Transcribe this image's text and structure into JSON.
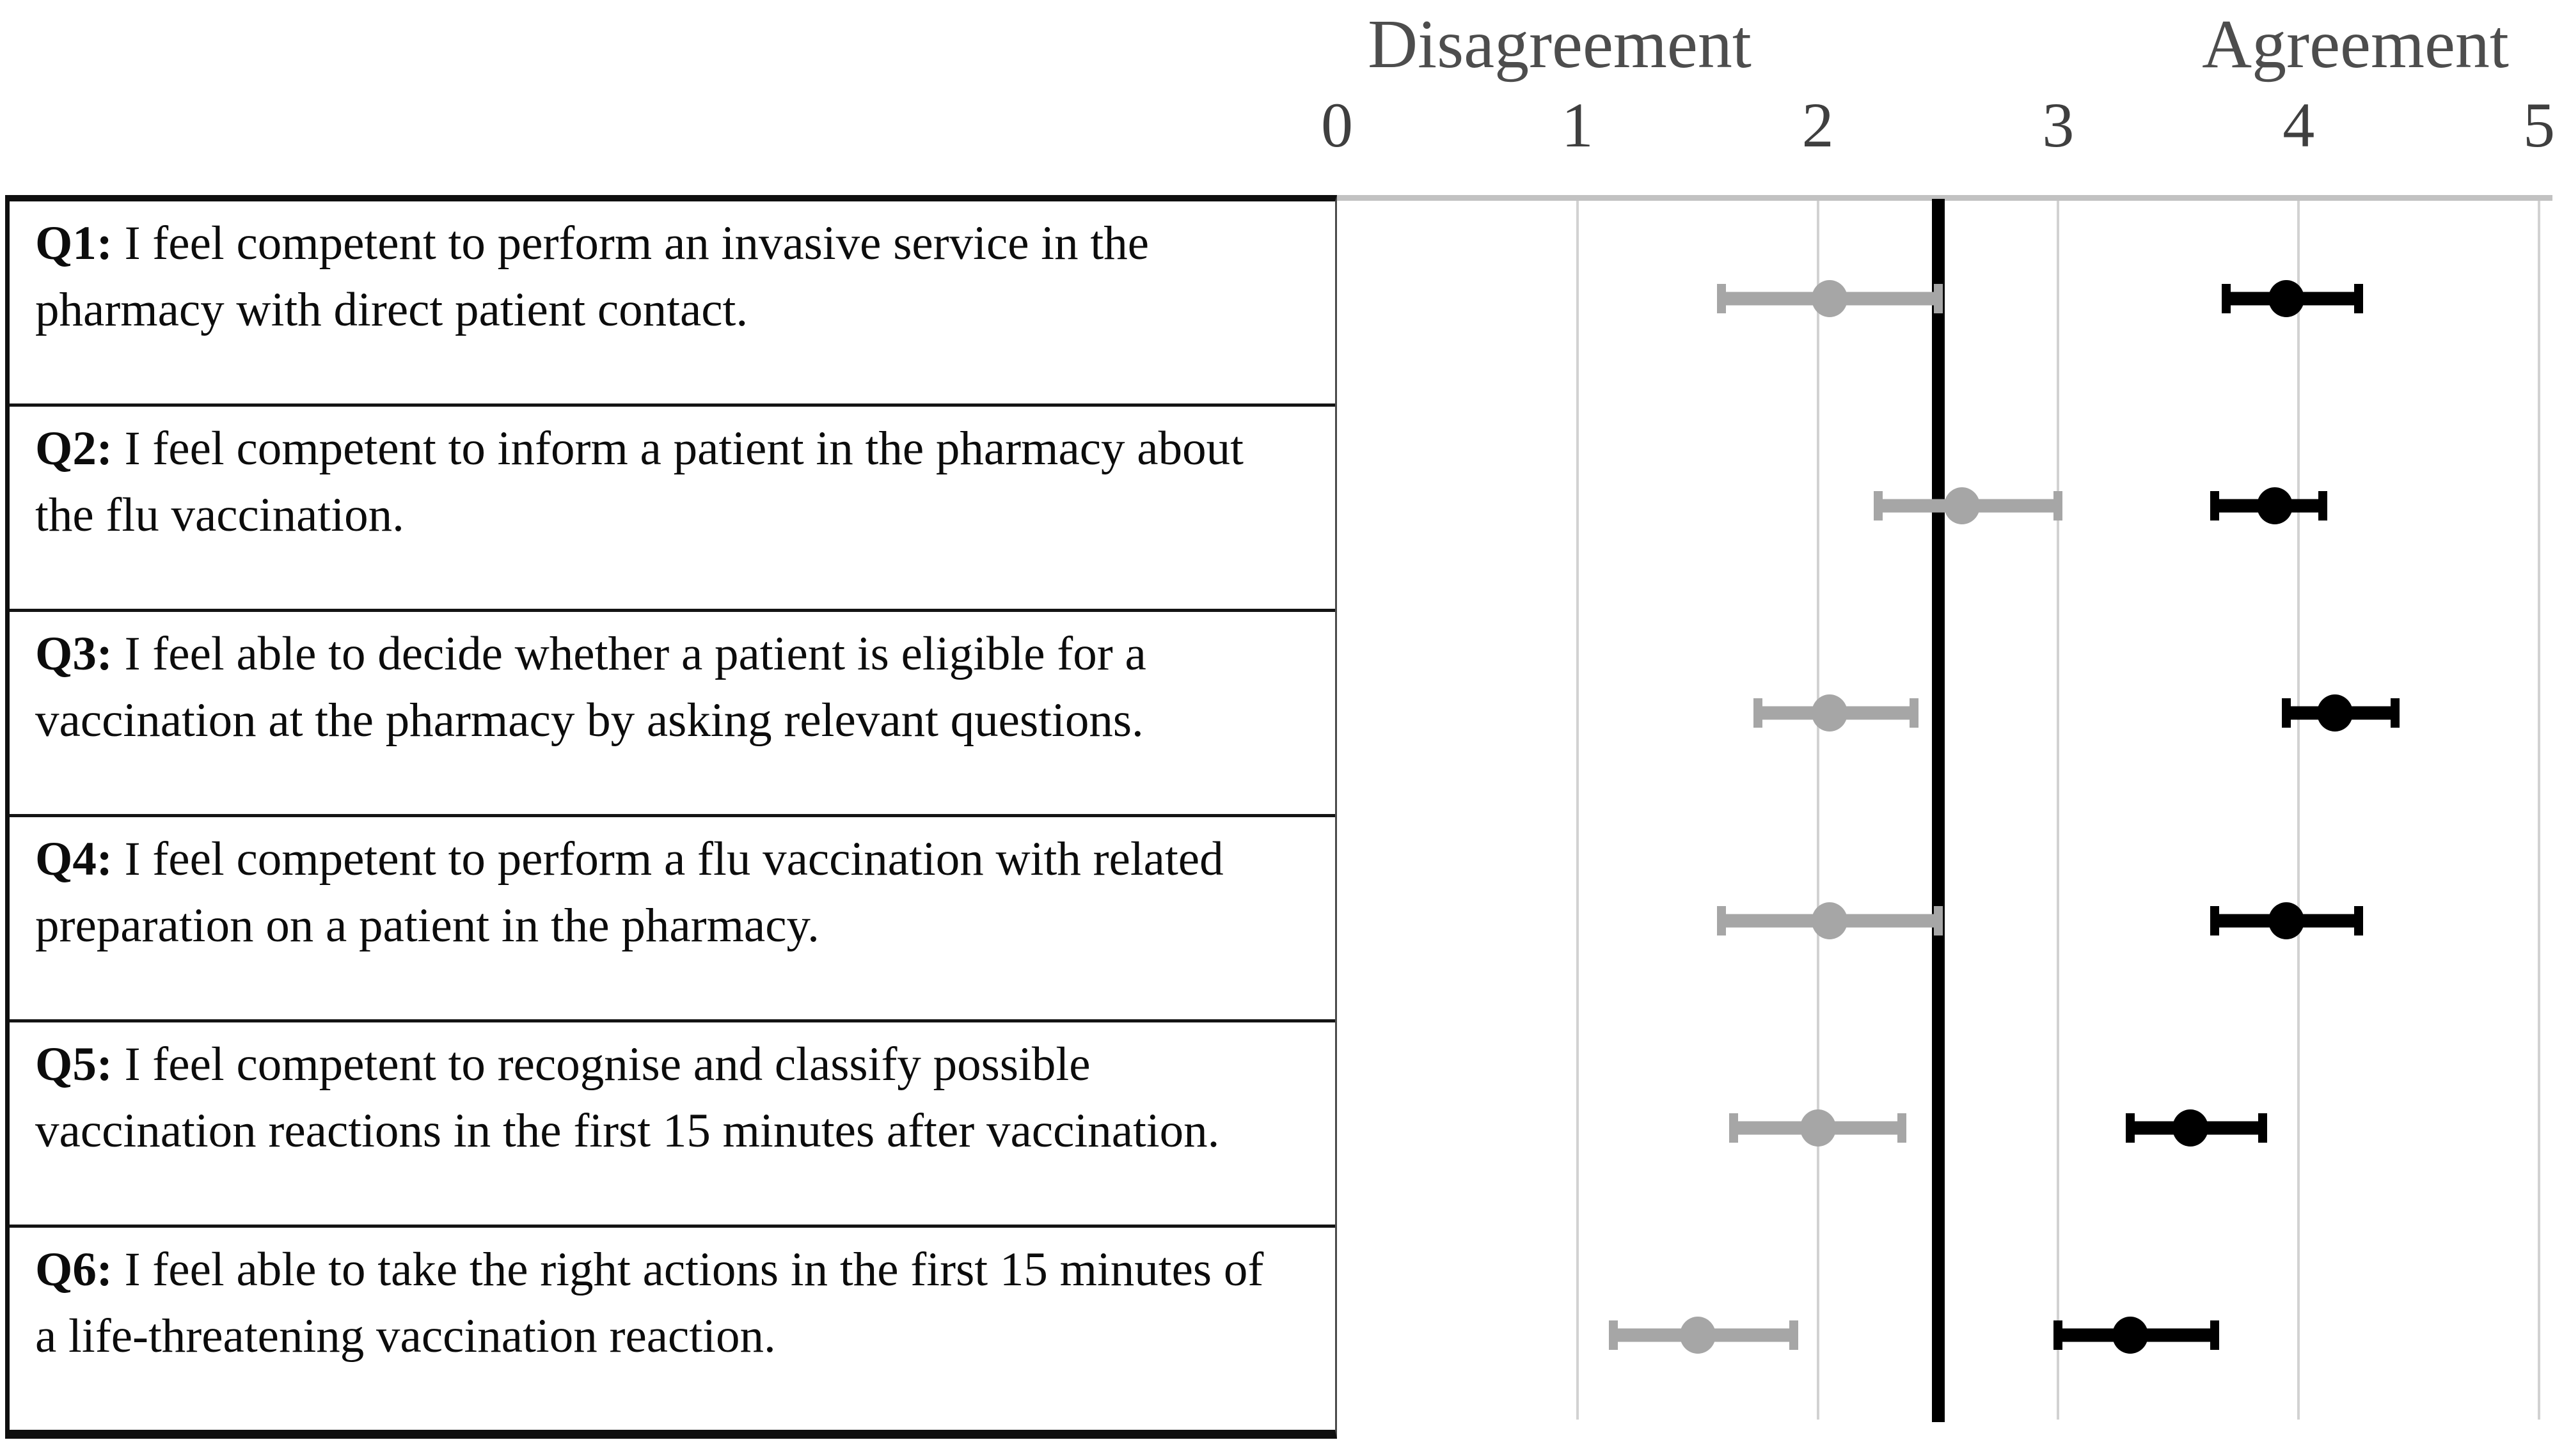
{
  "header": {
    "left_label": "Disagreement",
    "right_label": "Agreement"
  },
  "axis": {
    "min": 0,
    "max": 5,
    "ticks": [
      0,
      1,
      2,
      3,
      4,
      5
    ],
    "reference_line": 2.5
  },
  "rows": [
    {
      "prefix": "Q1:",
      "text": "I feel competent to perform an invasive service in the pharmacy with direct patient contact."
    },
    {
      "prefix": "Q2:",
      "text": "I feel competent to inform a patient in the pharmacy about the flu vaccination."
    },
    {
      "prefix": "Q3:",
      "text": "I feel able to decide whether a patient is eligible for a vaccination at the pharmacy by asking relevant questions."
    },
    {
      "prefix": "Q4:",
      "text": "I feel competent to perform a flu vaccination with related preparation on a patient in the pharmacy."
    },
    {
      "prefix": "Q5:",
      "text": "I feel competent to recognise and classify possible vaccination reactions in the first 15 minutes after vaccination."
    },
    {
      "prefix": "Q6:",
      "text": "I feel able to take the right actions in the first 15 minutes of a life-threatening vaccination reaction."
    }
  ],
  "colors": {
    "disagreement_series": "#a6a6a6",
    "agreement_series": "#000000",
    "gridline": "#d2d2d2",
    "reference_line": "#000000",
    "header_text": "#4d4d4d",
    "tick_text": "#3f3f3f",
    "question_text": "#0c0c0c"
  },
  "chart_data": {
    "type": "scatter",
    "subtype": "horizontal-mean-ci-forest",
    "title": "",
    "xlabel_left": "Disagreement",
    "xlabel_right": "Agreement",
    "x_axis": {
      "min": 0,
      "max": 5,
      "ticks": [
        0,
        1,
        2,
        3,
        4,
        5
      ],
      "reference_line": 2.5,
      "grid": true
    },
    "categories": [
      "Q1",
      "Q2",
      "Q3",
      "Q4",
      "Q5",
      "Q6"
    ],
    "series": [
      {
        "name": "Disagreement (gray)",
        "color": "#a6a6a6",
        "points": [
          {
            "category": "Q1",
            "mean": 2.05,
            "ci_low": 1.6,
            "ci_high": 2.5
          },
          {
            "category": "Q2",
            "mean": 2.6,
            "ci_low": 2.25,
            "ci_high": 3.0
          },
          {
            "category": "Q3",
            "mean": 2.05,
            "ci_low": 1.75,
            "ci_high": 2.4
          },
          {
            "category": "Q4",
            "mean": 2.05,
            "ci_low": 1.6,
            "ci_high": 2.5
          },
          {
            "category": "Q5",
            "mean": 2.0,
            "ci_low": 1.65,
            "ci_high": 2.35
          },
          {
            "category": "Q6",
            "mean": 1.5,
            "ci_low": 1.15,
            "ci_high": 1.9
          }
        ]
      },
      {
        "name": "Agreement (black)",
        "color": "#000000",
        "points": [
          {
            "category": "Q1",
            "mean": 3.95,
            "ci_low": 3.7,
            "ci_high": 4.25
          },
          {
            "category": "Q2",
            "mean": 3.9,
            "ci_low": 3.65,
            "ci_high": 4.1
          },
          {
            "category": "Q3",
            "mean": 4.15,
            "ci_low": 3.95,
            "ci_high": 4.4
          },
          {
            "category": "Q4",
            "mean": 3.95,
            "ci_low": 3.65,
            "ci_high": 4.25
          },
          {
            "category": "Q5",
            "mean": 3.55,
            "ci_low": 3.3,
            "ci_high": 3.85
          },
          {
            "category": "Q6",
            "mean": 3.3,
            "ci_low": 3.0,
            "ci_high": 3.65
          }
        ]
      }
    ]
  }
}
